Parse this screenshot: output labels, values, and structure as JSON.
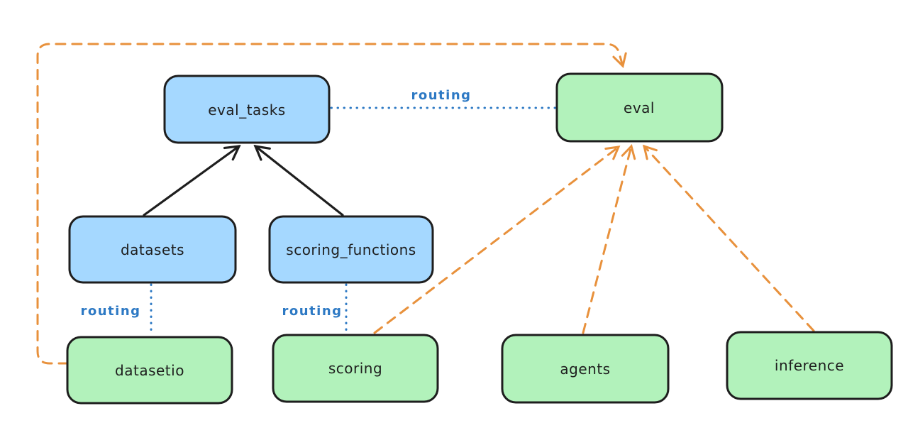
{
  "diagram": {
    "background": "#ffffff",
    "colors": {
      "node_stroke": "#1e1e1e",
      "blue_fill": "#a5d8ff",
      "green_fill": "#b2f2bb",
      "routing_blue": "#2d79c4",
      "orange_arrow": "#e8913c",
      "black_arrow": "#1e1e1e"
    },
    "nodes": {
      "eval_tasks": {
        "label": "eval_tasks",
        "color": "blue"
      },
      "eval": {
        "label": "eval",
        "color": "green"
      },
      "datasets": {
        "label": "datasets",
        "color": "blue"
      },
      "scoring_functions": {
        "label": "scoring_functions",
        "color": "blue"
      },
      "datasetio": {
        "label": "datasetio",
        "color": "green"
      },
      "scoring": {
        "label": "scoring",
        "color": "green"
      },
      "agents": {
        "label": "agents",
        "color": "green"
      },
      "inference": {
        "label": "inference",
        "color": "green"
      }
    },
    "labels": {
      "routing_eval_tasks_eval": "routing",
      "routing_datasets_datasetio": "routing",
      "routing_scoring_functions_scoring": "routing"
    },
    "edges": [
      {
        "from": "datasets",
        "to": "eval_tasks",
        "style": "solid-black-arrow"
      },
      {
        "from": "scoring_functions",
        "to": "eval_tasks",
        "style": "solid-black-arrow"
      },
      {
        "from": "eval_tasks",
        "to": "eval",
        "style": "dotted-blue",
        "label": "routing"
      },
      {
        "from": "datasets",
        "to": "datasetio",
        "style": "dotted-blue",
        "label": "routing"
      },
      {
        "from": "scoring_functions",
        "to": "scoring",
        "style": "dotted-blue",
        "label": "routing"
      },
      {
        "from": "datasetio",
        "to": "eval",
        "style": "dashed-orange-arrow"
      },
      {
        "from": "scoring",
        "to": "eval",
        "style": "dashed-orange-arrow"
      },
      {
        "from": "agents",
        "to": "eval",
        "style": "dashed-orange-arrow"
      },
      {
        "from": "inference",
        "to": "eval",
        "style": "dashed-orange-arrow"
      }
    ]
  }
}
